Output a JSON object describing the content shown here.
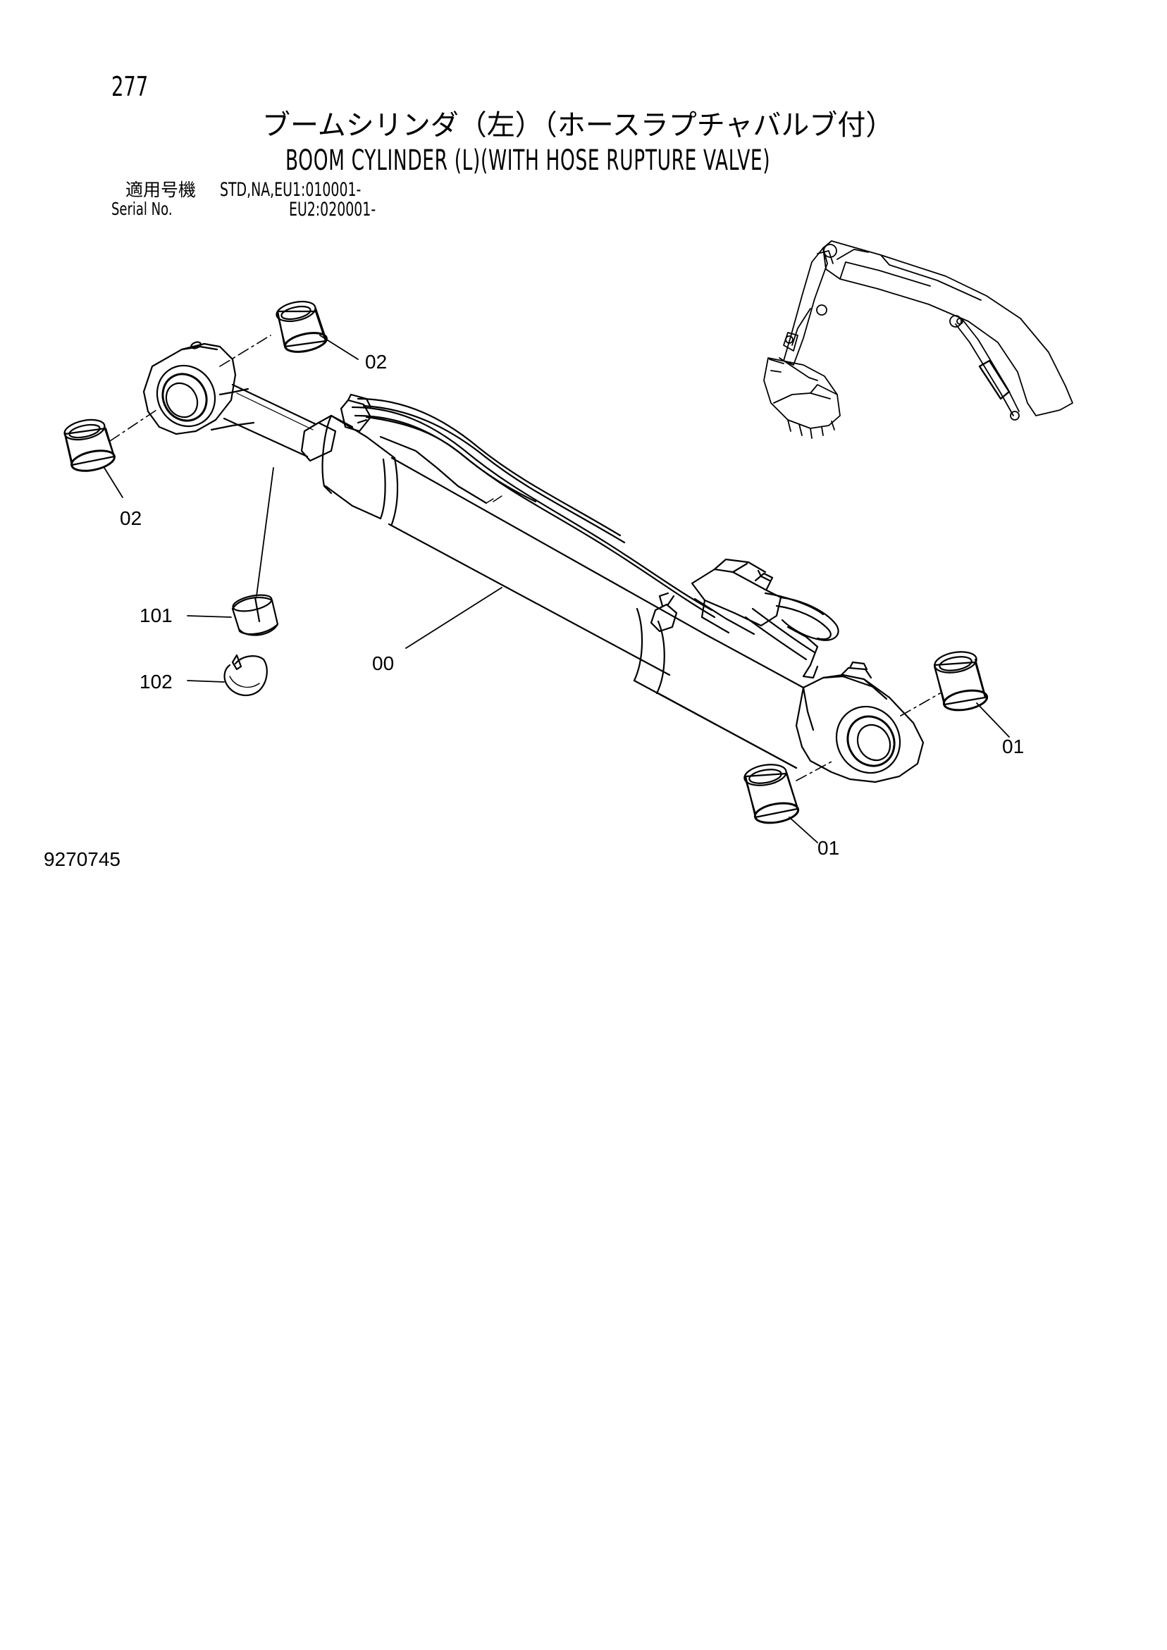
{
  "page_number": "277",
  "title_jp": "ブームシリンダ（左）（ホースラプチャバルブ付）",
  "title_en": "BOOM CYLINDER (L)(WITH HOSE RUPTURE VALVE)",
  "serial": {
    "label_jp": "適用号機",
    "label_en": "Serial No.",
    "line1": "STD,NA,EU1:010001-",
    "line2": "EU2:020001-"
  },
  "callouts": {
    "c00": "00",
    "c01a": "01",
    "c01b": "01",
    "c02a": "02",
    "c02b": "02",
    "c101": "101",
    "c102": "102"
  },
  "doc_number": "9270745"
}
